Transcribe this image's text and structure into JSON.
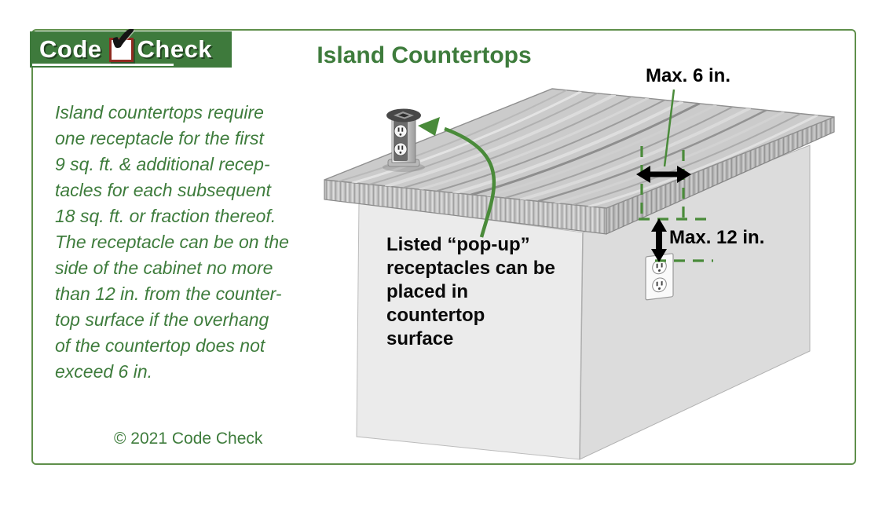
{
  "header": {
    "logo": {
      "word1": "Code",
      "word2": "Check",
      "checkmark": "✔"
    },
    "title": "Island Countertops"
  },
  "note": {
    "lines": [
      "Island countertops require",
      "one receptacle for the first",
      "9 sq. ft. & additional recep-",
      "tacles for each subsequent",
      "18 sq. ft. or fraction thereof.",
      "The receptacle can be on the",
      "side of the cabinet no more",
      "than 12 in. from the counter-",
      "top surface if the overhang",
      "of the countertop does not",
      "exceed 6 in."
    ]
  },
  "copyright": "© 2021 Code Check",
  "diagram": {
    "labels": {
      "max_overhang": "Max. 6 in.",
      "max_below_top": "Max. 12 in."
    },
    "popup_note_lines": [
      "Listed “pop-up”",
      "receptacles can be",
      "placed in",
      "countertop",
      "surface"
    ],
    "icons": {
      "popup_receptacle": "pop-up-receptacle-icon",
      "side_outlet": "duplex-outlet-icon",
      "curved_arrow": "curved-arrow-icon",
      "width_arrow": "double-arrow-horizontal-icon",
      "height_arrow": "double-arrow-vertical-icon"
    }
  },
  "colors": {
    "brand_green": "#3e7c3c",
    "logo_green": "#3e7a3c",
    "border_green": "#5f8f4b",
    "annotation_green": "#4a8b3a",
    "checkbox_red": "#8f2b21",
    "label_black": "#000000"
  }
}
